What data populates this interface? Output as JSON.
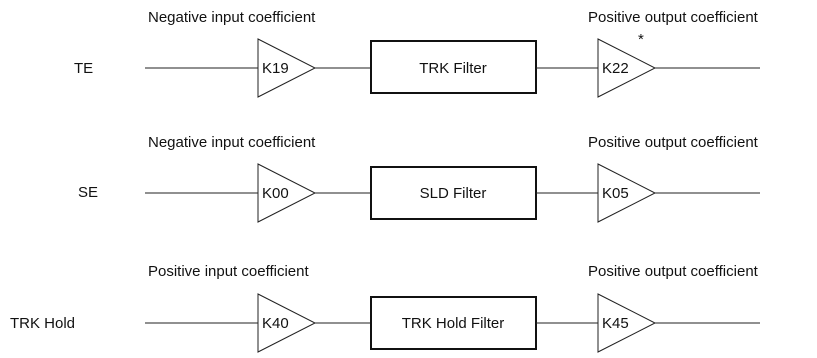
{
  "rows": [
    {
      "label": "TE",
      "input_coefficient_label": "Negative input coefficient",
      "input_gain": "K19",
      "filter": "TRK Filter",
      "output_coefficient_label": "Positive output coefficient",
      "output_gain": "K22",
      "output_note": "*"
    },
    {
      "label": "SE",
      "input_coefficient_label": "Negative input coefficient",
      "input_gain": "K00",
      "filter": "SLD Filter",
      "output_coefficient_label": "Positive output coefficient",
      "output_gain": "K05"
    },
    {
      "label": "TRK Hold",
      "input_coefficient_label": "Positive input coefficient",
      "input_gain": "K40",
      "filter": "TRK Hold Filter",
      "output_coefficient_label": "Positive output coefficient",
      "output_gain": "K45"
    }
  ]
}
